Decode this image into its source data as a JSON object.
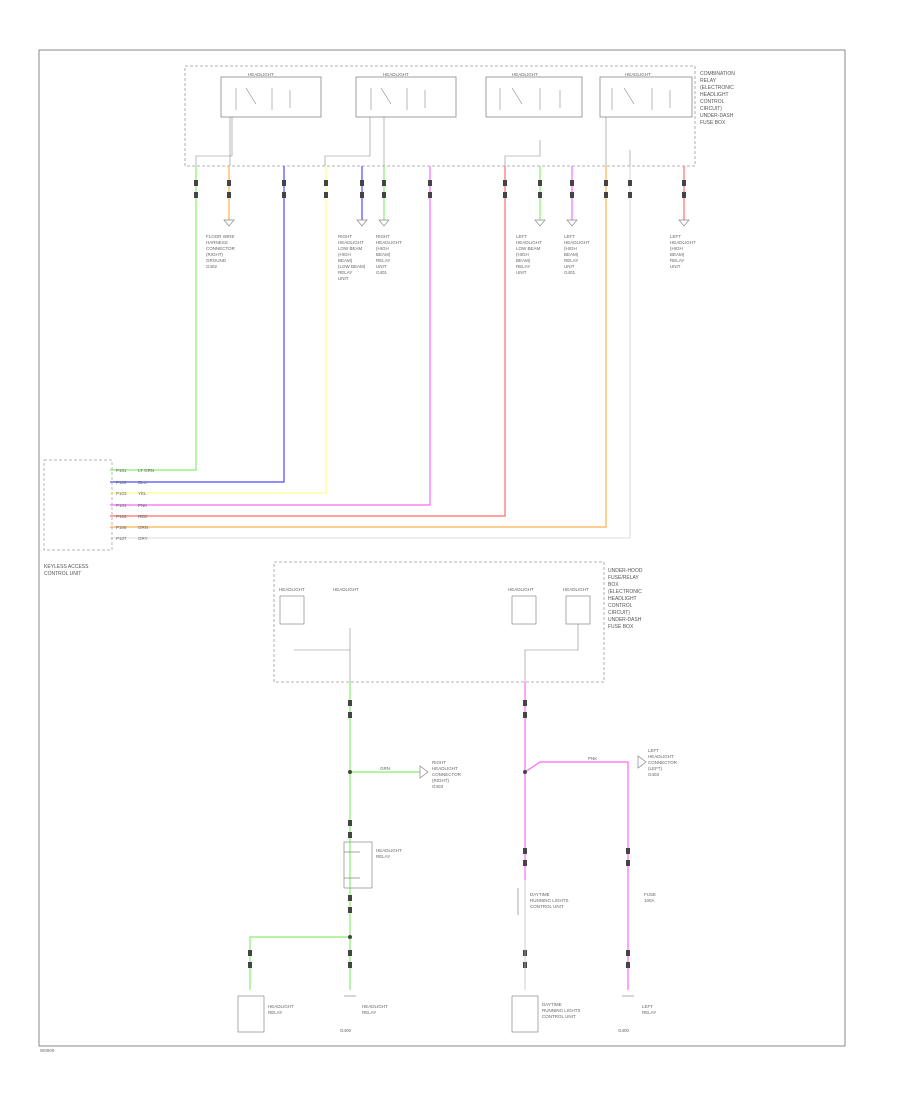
{
  "diagram": {
    "top_relay_box_label": [
      "COMBINATION",
      "RELAY",
      "(ELECTRONIC",
      "HEADLIGHT",
      "CONTROL",
      "CIRCUIT)",
      "UNDER-DASH",
      "FUSE BOX"
    ],
    "top_relay_names": [
      "HEADLIGHT",
      "HEADLIGHT",
      "HEADLIGHT",
      "HEADLIGHT"
    ],
    "top_drops": [
      {
        "text": [
          "FLOOR WIRE",
          "HARNESS",
          "CONNECTOR",
          "(RIGHT)",
          "GROUND",
          "G402"
        ]
      },
      {
        "text": [
          "RIGHT",
          "HEADLIGHT",
          "LOW BEAM",
          "(HIGH",
          "BEAM)",
          "(LOW BEAM)",
          "RELAY",
          "UNIT"
        ]
      },
      {
        "text": [
          "RIGHT",
          "HEADLIGHT",
          "(HIGH",
          "BEAM)",
          "RELAY",
          "UNIT",
          "G401"
        ]
      },
      {
        "text": [
          "LEFT",
          "HEADLIGHT",
          "LOW BEAM",
          "(HIGH",
          "BEAM)",
          "RELAY",
          "UNIT"
        ]
      },
      {
        "text": [
          "LEFT",
          "HEADLIGHT",
          "(HIGH",
          "BEAM)",
          "RELAY",
          "UNIT",
          "G401"
        ]
      },
      {
        "text": [
          "LEFT",
          "HEADLIGHT",
          "(HIGH",
          "BEAM)",
          "RELAY",
          "UNIT"
        ]
      }
    ],
    "left_module_label": [
      "KEYLESS ACCESS",
      "CONTROL UNIT"
    ],
    "left_pin_rows": [
      {
        "pin": "P101",
        "wire": "LT GRN"
      },
      {
        "pin": "P102",
        "wire": "BLU"
      },
      {
        "pin": "P103",
        "wire": "YEL"
      },
      {
        "pin": "P104",
        "wire": "PNK"
      },
      {
        "pin": "P105",
        "wire": "RED"
      },
      {
        "pin": "P106",
        "wire": "ORN"
      },
      {
        "pin": "P107",
        "wire": "GRY"
      }
    ],
    "mid_box_label": [
      "UNDER-HOOD",
      "FUSE/RELAY",
      "BOX",
      "(ELECTRONIC",
      "HEADLIGHT",
      "CONTROL",
      "CIRCUIT)",
      "UNDER-DASH",
      "FUSE BOX"
    ],
    "mid_relays": [
      "HEADLIGHT",
      "HEADLIGHT",
      "HEADLIGHT",
      "HEADLIGHT"
    ],
    "left_branch_wire": "GRN",
    "right_branch_wire": "PNK",
    "left_branch_label": [
      "RIGHT",
      "HEADLIGHT",
      "CONNECTOR",
      "(RIGHT)",
      "G403"
    ],
    "right_branch_label": [
      "LEFT",
      "HEADLIGHT",
      "CONNECTOR",
      "(LEFT)",
      "G403"
    ],
    "diode_label": [
      "HEADLIGHT",
      "RELAY"
    ],
    "mid_right_component": [
      "DAYTIME",
      "RUNNING LIGHTS",
      "CONTROL UNIT"
    ],
    "fuse_label": [
      "FUSE",
      "100A"
    ],
    "bottom_boxes": [
      {
        "text": [
          "HEADLIGHT",
          "RELAY"
        ]
      },
      {
        "text": [
          "HEADLIGHT",
          "RELAY"
        ]
      },
      {
        "text": [
          "DAYTIME",
          "RUNNING LIGHTS",
          "CONTROL UNIT"
        ]
      },
      {
        "text": [
          "LEFT",
          "RELAY"
        ]
      }
    ],
    "bottom_ids": [
      "G400",
      "G400"
    ],
    "footer_code": "W0000",
    "colors": {
      "green": "#86ef6c",
      "blue": "#4b4bff",
      "yellow": "#ffff88",
      "magenta": "#ff66ff",
      "red": "#ff6b6b",
      "orange": "#ffb04a",
      "frame": "#7a7a7a"
    }
  }
}
